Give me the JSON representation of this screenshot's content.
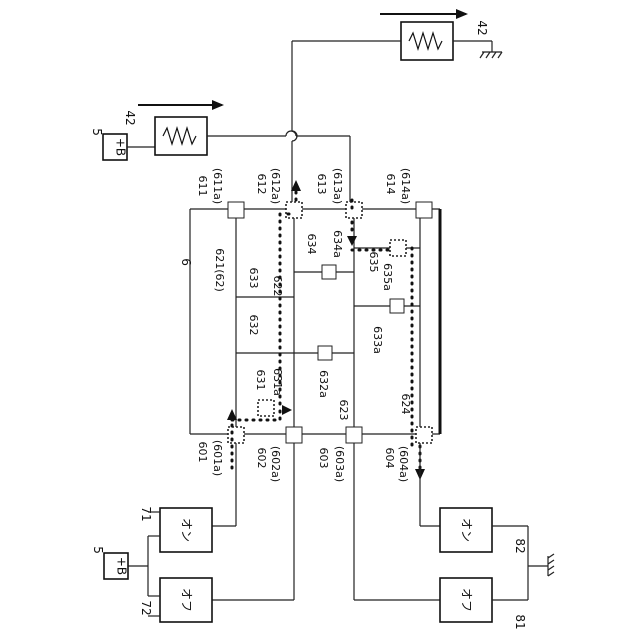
{
  "labels": {
    "l5_top": "5",
    "lB_top": "+B",
    "l42_top": "42",
    "l42_right": "42",
    "l611": "611",
    "l611a": "(611a)",
    "l612": "612",
    "l612a": "(612a)",
    "l613": "613",
    "l613a": "(613a)",
    "l614": "614",
    "l614a": "(614a)",
    "l6": "6",
    "l621": "621(62)",
    "l633": "633",
    "l634": "634",
    "l634a": "634a",
    "l622": "622",
    "l635": "635",
    "l635a": "635a",
    "l632": "632",
    "l633a": "633a",
    "l631": "631",
    "l631a": "631a",
    "l632a": "632a",
    "l623": "623",
    "l624": "624",
    "l601": "601",
    "l601a": "(601a)",
    "l602": "602",
    "l602a": "(602a)",
    "l603": "603",
    "l603a": "(603a)",
    "l604": "604",
    "l604a": "(604a)",
    "l71": "71",
    "l72": "72",
    "l82": "82",
    "l81": "81",
    "l5_bot": "5",
    "lB_bot": "+B",
    "box71_text": "オン",
    "box72_text": "オフ",
    "box82_text": "オン",
    "box81_text": "オフ"
  }
}
